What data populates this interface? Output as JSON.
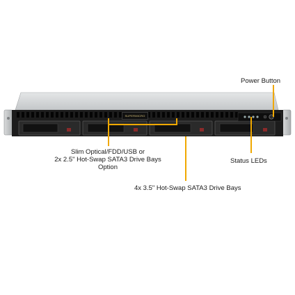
{
  "callouts": {
    "power_button": "Power Button",
    "status_leds": "Status LEDs",
    "slim_optical": [
      "Slim Optical/FDD/USB or",
      "2x 2.5\" Hot-Swap SATA3 Drive Bays",
      "Option"
    ],
    "drive_bays": "4x 3.5\" Hot-Swap SATA3 Drive Bays"
  },
  "brand": {
    "logo_text": "SUPERMICRO"
  },
  "colors": {
    "callout_line": "#f0a800",
    "chassis": "#1c1c1c",
    "lid": "#cfd2d4"
  }
}
